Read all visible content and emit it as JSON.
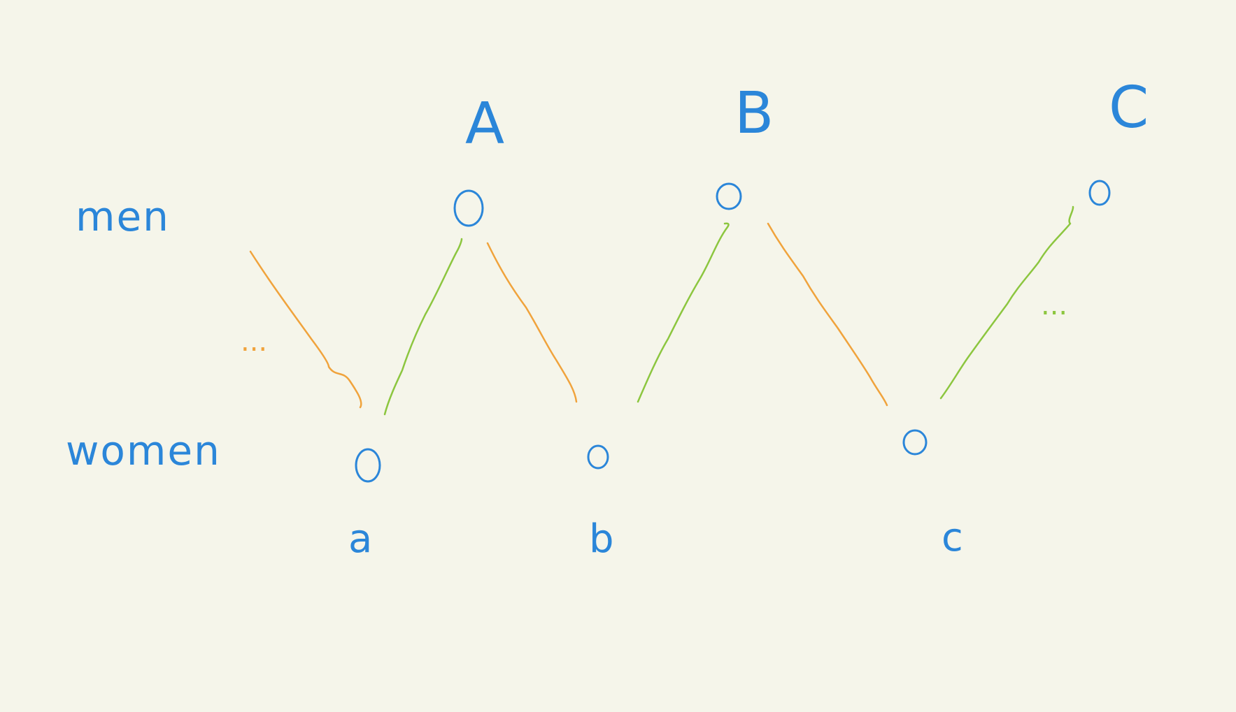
{
  "labels": {
    "men": "men",
    "women": "women"
  },
  "men_nodes": [
    {
      "label": "A"
    },
    {
      "label": "B"
    },
    {
      "label": "C"
    }
  ],
  "women_nodes": [
    {
      "label": "a"
    },
    {
      "label": "b"
    },
    {
      "label": "c"
    }
  ],
  "ellipsis_left": "...",
  "ellipsis_right": "...",
  "colors": {
    "ink": "#2b86d9",
    "orange_edge": "#f0a33c",
    "green_edge": "#8cc63f",
    "background": "#f5f5ea"
  }
}
